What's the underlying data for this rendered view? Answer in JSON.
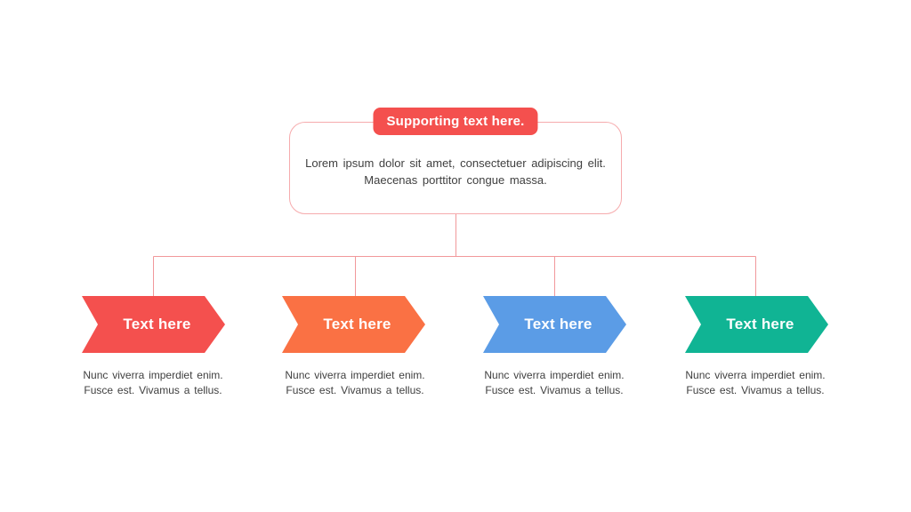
{
  "slide": {
    "background_color": "#ffffff"
  },
  "root_node": {
    "badge_label": "Supporting text here.",
    "badge_color": "#f4504e",
    "border_color": "#f6abad",
    "body_lines": [
      "Lorem ipsum dolor sit amet, consectetuer adipiscing elit.",
      "Maecenas porttitor congue massa."
    ]
  },
  "connectors": {
    "line_color": "#f1989b"
  },
  "branches": [
    {
      "label": "Text here",
      "arrow_color": "#f4504e",
      "caption_lines": [
        "Nunc viverra imperdiet enim.",
        "Fusce est. Vivamus a tellus."
      ]
    },
    {
      "label": "Text here",
      "arrow_color": "#fa7144",
      "caption_lines": [
        "Nunc viverra imperdiet enim.",
        "Fusce est. Vivamus a tellus."
      ]
    },
    {
      "label": "Text here",
      "arrow_color": "#5b9ce6",
      "caption_lines": [
        "Nunc viverra imperdiet enim.",
        "Fusce est. Vivamus a tellus."
      ]
    },
    {
      "label": "Text here",
      "arrow_color": "#10b494",
      "caption_lines": [
        "Nunc viverra imperdiet enim.",
        "Fusce est. Vivamus a tellus."
      ]
    }
  ]
}
